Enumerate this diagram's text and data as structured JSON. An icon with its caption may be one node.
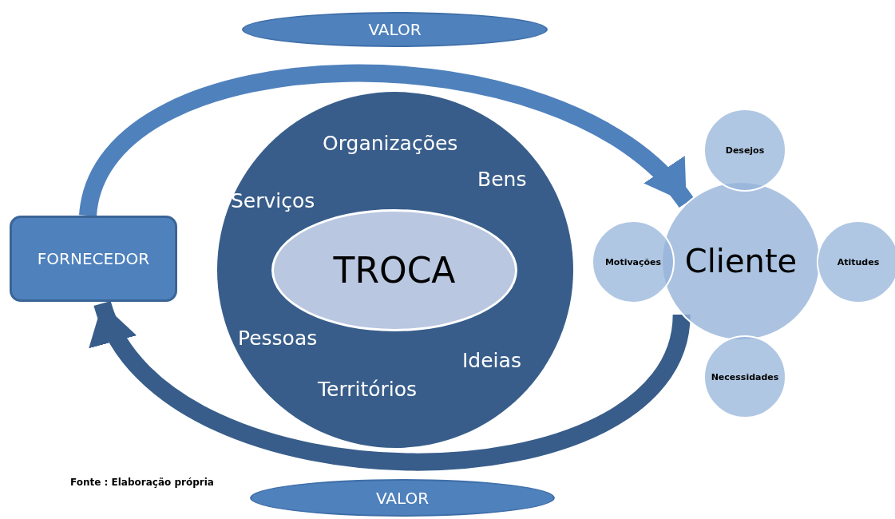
{
  "diagram": {
    "nodes": [
      {
        "text": [
          "VALOR"
        ]
      },
      {
        "text": [
          "FORNECEDOR"
        ]
      },
      {
        "text": [
          "Organizações",
          "Bens",
          "Serviços",
          "Pessoas",
          "Ideias",
          "Territórios"
        ]
      },
      {
        "text": [
          "TROCA"
        ],
        "in": 2
      },
      {
        "text": [
          "Desejos"
        ]
      },
      {
        "text": [
          "Motivações"
        ]
      },
      {
        "text": [
          "Cliente"
        ]
      },
      {
        "text": [
          "Atitudes"
        ]
      },
      {
        "text": [
          "Necessidades"
        ]
      },
      {
        "text": [
          "VALOR"
        ]
      }
    ],
    "edges": [
      {
        "from": 1,
        "to": 6,
        "arrow": "to"
      },
      {
        "from": 6,
        "to": 1,
        "arrow": "to"
      }
    ],
    "labels": [
      "Fonte : Elaboração própria"
    ]
  }
}
